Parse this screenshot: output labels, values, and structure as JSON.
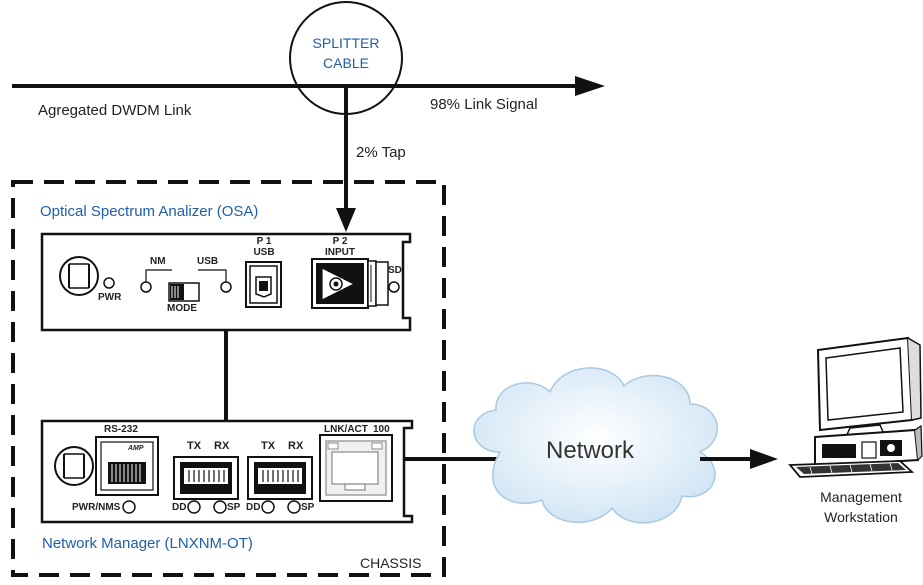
{
  "splitter": {
    "line1": "SPLITTER",
    "line2": "CABLE"
  },
  "links": {
    "aggregated": "Agregated DWDM Link",
    "signal": "98% Link Signal",
    "tap": "2% Tap"
  },
  "osa": {
    "title": "Optical Spectrum Analizer (OSA)",
    "nm": "NM",
    "usb": "USB",
    "mode": "MODE",
    "pwr": "PWR",
    "p1": "P 1",
    "p1_usb": "USB",
    "p2": "P 2",
    "p2_input": "INPUT",
    "sd": "SD"
  },
  "manager": {
    "title": "Network Manager (LNXNM-OT)",
    "rs232": "RS-232",
    "amp": "AMP",
    "pwr_nms": "PWR/NMS",
    "tx1": "TX",
    "rx1": "RX",
    "tx2": "TX",
    "rx2": "RX",
    "dd1": "DD",
    "sp1": "SP",
    "dd2": "DD",
    "sp2": "SP",
    "lnk_act": "LNK/ACT",
    "speed": "100"
  },
  "chassis": "CHASSIS",
  "network": "Network",
  "workstation": {
    "line1": "Management",
    "line2": "Workstation"
  },
  "colors": {
    "label_blue": "#1f5fa8",
    "stroke": "#111111",
    "cloud_fill": "#d8eaf6"
  }
}
